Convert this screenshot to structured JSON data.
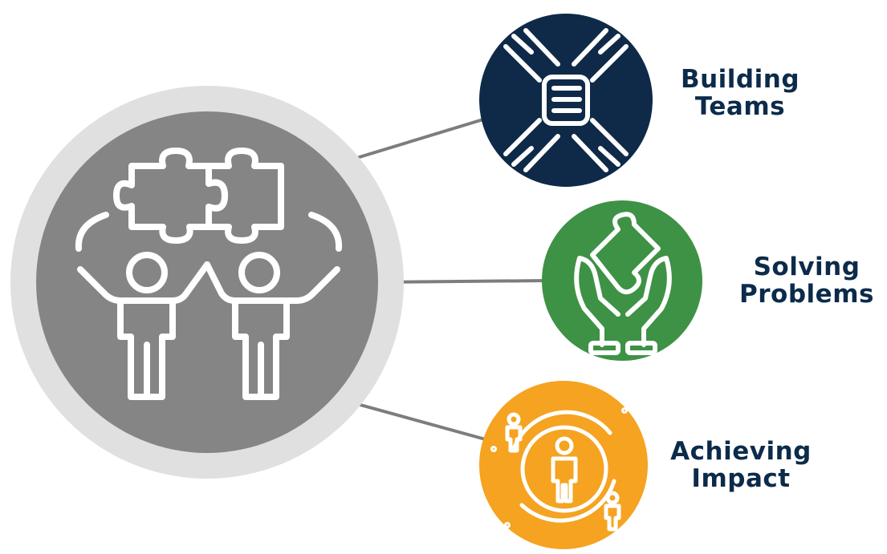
{
  "diagram": {
    "center": {
      "icon": "teamwork-puzzle-people-icon"
    },
    "items": [
      {
        "line1": "Building",
        "line2": "Teams",
        "icon": "hands-stack-icon",
        "color": "#0e2a48"
      },
      {
        "line1": "Solving",
        "line2": "Problems",
        "icon": "hands-puzzle-icon",
        "color": "#3e9245"
      },
      {
        "line1": "Achieving",
        "line2": "Impact",
        "icon": "person-target-icon",
        "color": "#f5a320"
      }
    ],
    "colors": {
      "center_outer": "#e0e0e0",
      "center_inner": "#858585",
      "connector": "#7d7d7d",
      "label_text": "#0c2b4a"
    }
  }
}
